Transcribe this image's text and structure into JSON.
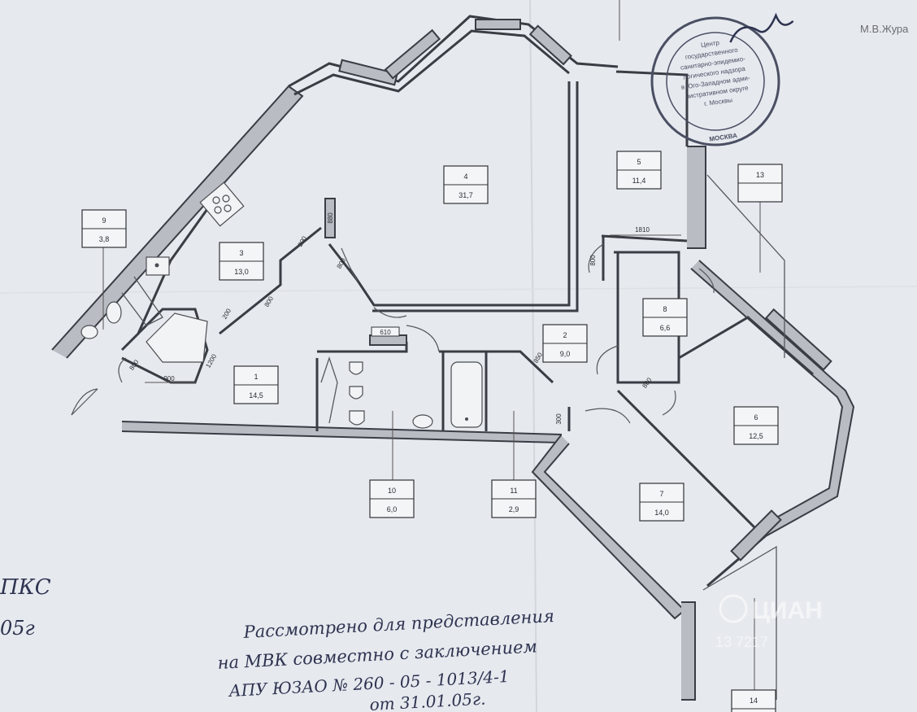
{
  "rooms": [
    {
      "id": "9",
      "area": "3,8",
      "box": [
        101,
        258
      ]
    },
    {
      "id": "3",
      "area": "13,0",
      "box": [
        270,
        298
      ]
    },
    {
      "id": "4",
      "area": "31,7",
      "box": [
        546,
        204
      ]
    },
    {
      "id": "5",
      "area": "11,4",
      "box": [
        759,
        186
      ]
    },
    {
      "id": "13",
      "area": "",
      "box": [
        908,
        202
      ]
    },
    {
      "id": "8",
      "area": "6,6",
      "box": [
        791,
        367
      ]
    },
    {
      "id": "2",
      "area": "9,0",
      "box": [
        668,
        399
      ]
    },
    {
      "id": "1",
      "area": "14,5",
      "box": [
        288,
        450
      ]
    },
    {
      "id": "6",
      "area": "12,5",
      "box": [
        903,
        500
      ]
    },
    {
      "id": "10",
      "area": "6,0",
      "box": [
        455,
        590
      ]
    },
    {
      "id": "11",
      "area": "2,9",
      "box": [
        605,
        590
      ]
    },
    {
      "id": "7",
      "area": "14,0",
      "box": [
        787,
        594
      ]
    },
    {
      "id": "14",
      "area": "",
      "box": [
        900,
        848
      ]
    }
  ],
  "dimensions": {
    "d1810": "1810",
    "d610": "610",
    "d900": "900",
    "d1200": "1200",
    "d800a": "800",
    "d800b": "800",
    "d800c": "800",
    "d800d": "800",
    "d200a": "200",
    "d200b": "200",
    "d850": "850",
    "d860": "860",
    "d880": "880",
    "d900v": "900",
    "d300": "300"
  },
  "stamp": {
    "line1": "Центр",
    "line2": "государственного",
    "line3": "санитарно-эпидемио-",
    "line4": "логического надзора",
    "line5": "в Юго-Западном адми-",
    "line6": "нистративном округе",
    "line7": "г. Москвы",
    "bottom": "МОСКВА"
  },
  "corner_text": {
    "top_right": "М.В.Жура",
    "left_a": "ПКС",
    "left_b": "05г"
  },
  "handwriting": {
    "line1": "Рассмотрено для представления",
    "line2": "на МВК совместно с заключением",
    "line3": "АПУ ЮЗАО   № 260 - 05 - 1013/4-1",
    "line4": "от 31.01.05г."
  },
  "watermark": {
    "text": "ЦИАН",
    "id": "13 7217"
  },
  "colors": {
    "paper": "#e6e9ee",
    "ink": "#3a3d44",
    "stamp": "#4a4f63"
  }
}
